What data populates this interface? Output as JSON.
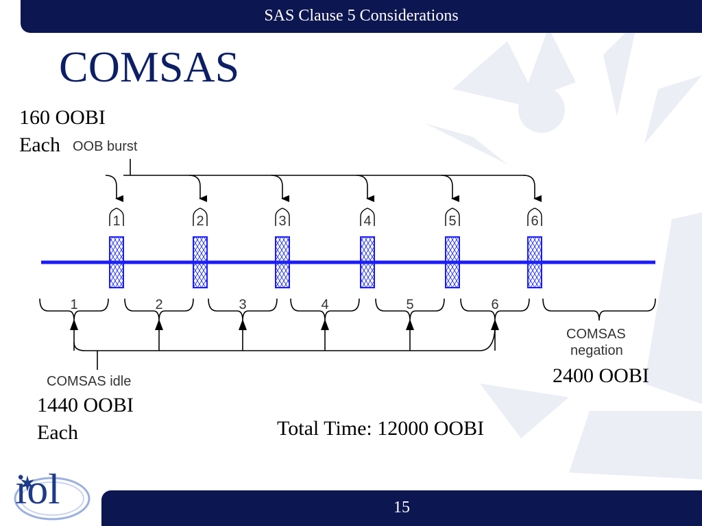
{
  "header": {
    "title": "SAS Clause 5 Considerations"
  },
  "slide": {
    "title": "COMSAS",
    "page_number": "15"
  },
  "annotations": {
    "oob_burst_size": "160 OOBI",
    "oob_burst_each": "Each",
    "oob_burst_label": "OOB burst",
    "idle_label": "COMSAS idle",
    "idle_size": "1440 OOBI",
    "idle_each": "Each",
    "negation_label_line1": "COMSAS",
    "negation_label_line2": "negation",
    "negation_size": "2400 OOBI",
    "total_time": "Total Time: 12000 OOBI"
  },
  "diagram": {
    "burst_labels": [
      "1",
      "2",
      "3",
      "4",
      "5",
      "6"
    ],
    "idle_labels": [
      "1",
      "2",
      "3",
      "4",
      "5",
      "6"
    ],
    "line_color": "#1a1aff"
  },
  "logo": {
    "text": "iol"
  }
}
